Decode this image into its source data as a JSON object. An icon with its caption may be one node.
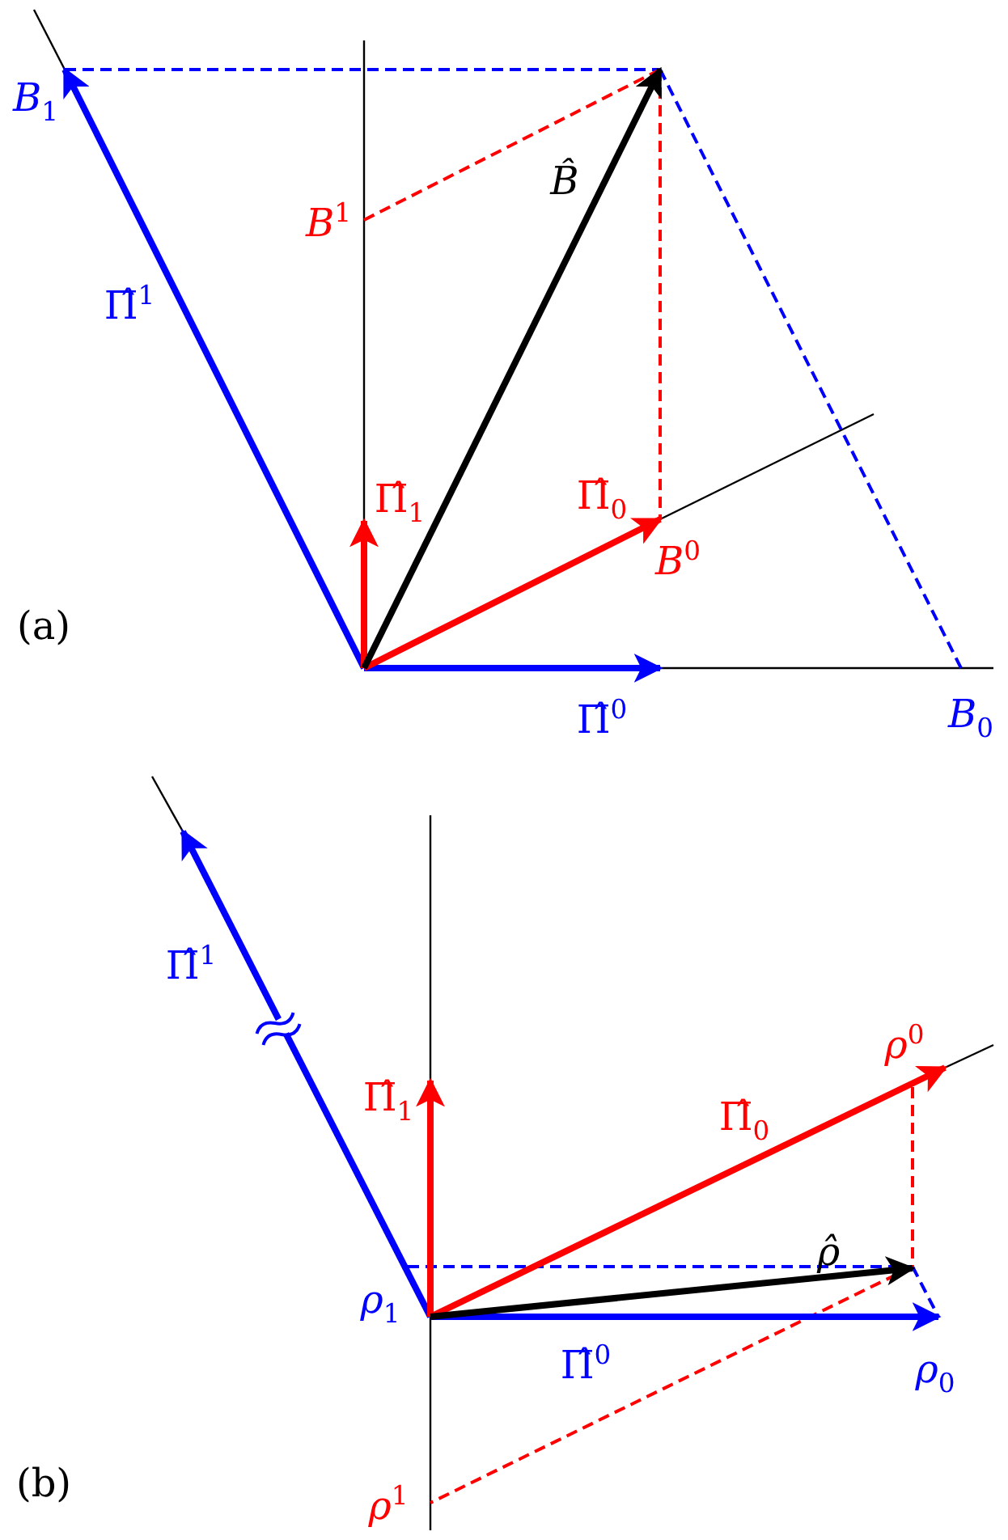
{
  "diagram": {
    "labels": [
      "B$_{1}$",
      "B$^{1}$",
      "B̂",
      "Π̂$^{1}$",
      "Π̂$_{1}$",
      "Π̂$_{0}$",
      "B$^{0}$",
      "(a)",
      "Π̂$^{0}$",
      "B$_{0}$",
      "Π̂$^{1}$",
      "Π̂$_{1}$",
      "ρ$^{0}$",
      "Π̂$_{0}$",
      "ρ̂",
      "ρ$_{1}$",
      "Π̂$^{0}$",
      "ρ$_{0}$",
      "(b)",
      "ρ$^{1}$"
    ]
  }
}
